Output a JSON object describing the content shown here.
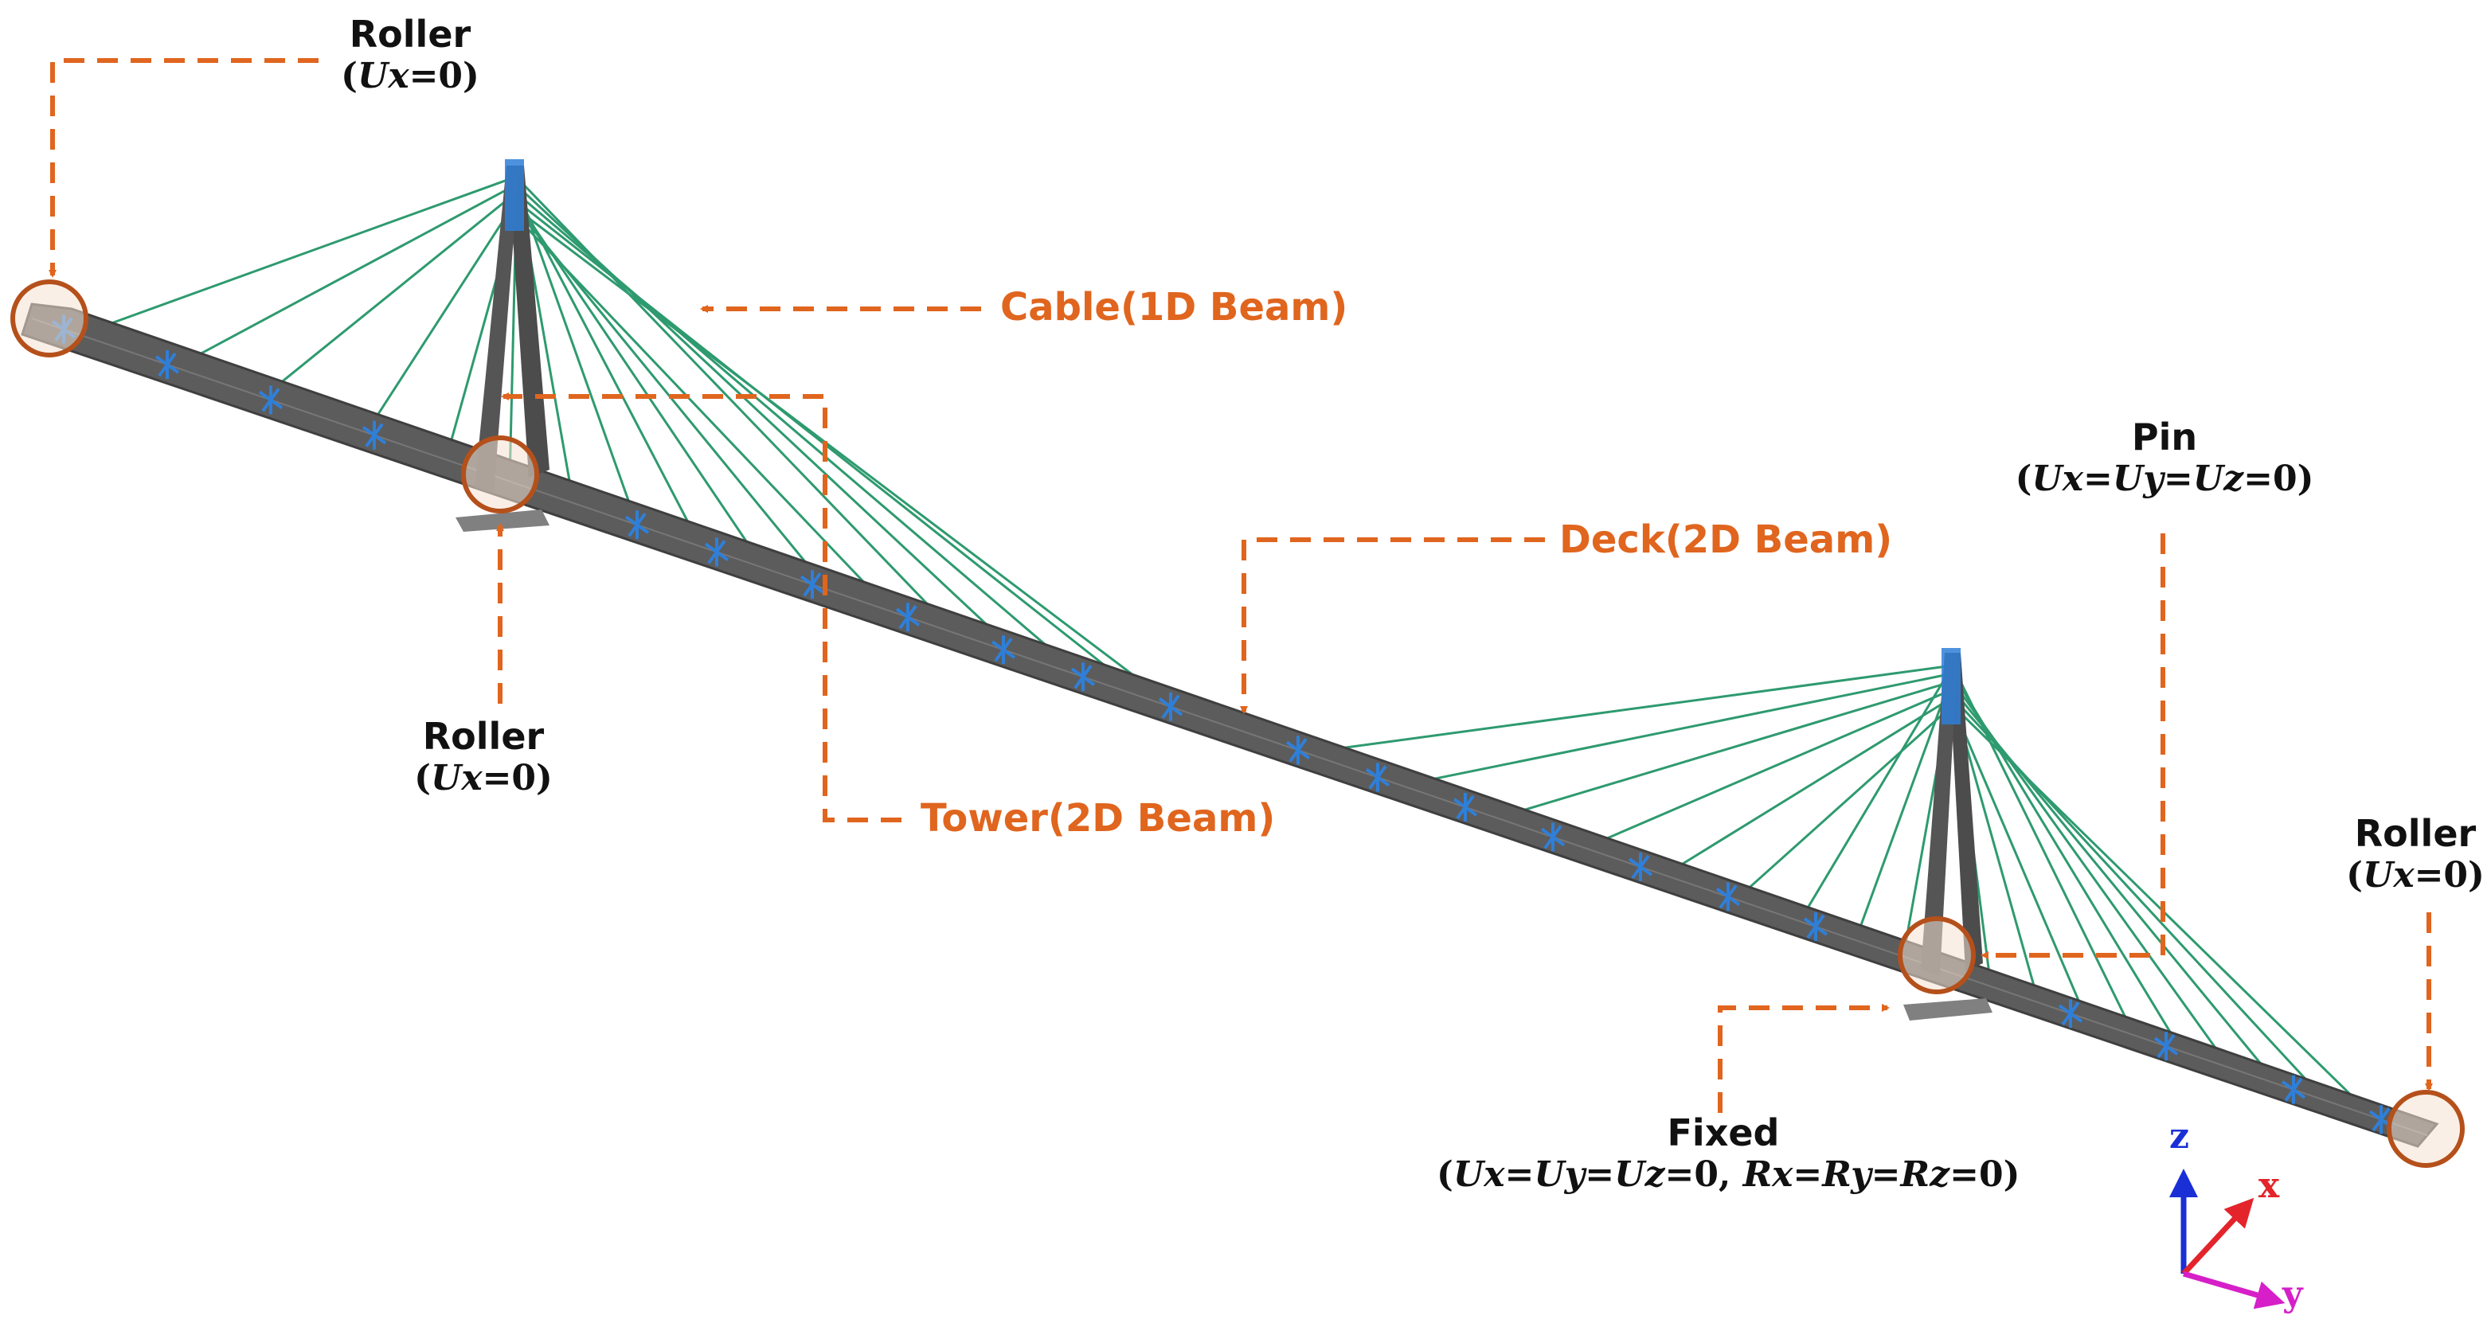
{
  "labels": {
    "roller_left": {
      "title": "Roller",
      "var": "Ux",
      "rest": "=0"
    },
    "roller_tower": {
      "title": "Roller",
      "var": "Ux",
      "rest": "=0"
    },
    "roller_right": {
      "title": "Roller",
      "var": "Ux",
      "rest": "=0"
    },
    "pin": {
      "title": "Pin",
      "v1": "Ux",
      "v2": "Uy",
      "v3": "Uz",
      "rest": "=0"
    },
    "fixed": {
      "title": "Fixed",
      "v1": "Ux",
      "v2": "Uy",
      "v3": "Uz",
      "mid": "=0, ",
      "v4": "Rx",
      "v5": "Ry",
      "v6": "Rz",
      "rest": "=0"
    },
    "cable": "Cable(1D Beam)",
    "deck": "Deck(2D Beam)",
    "tower": "Tower(2D Beam)"
  },
  "axes": {
    "z": "z",
    "x": "x",
    "y": "y"
  },
  "colors": {
    "annotation": "#E0651E",
    "deck": "#5a5a5a",
    "cable": "#2e9a6f",
    "tower": "#555555",
    "constraint": "#2f7fd8",
    "axis_z": "#1a2fd6",
    "axis_x": "#e3242b",
    "axis_y": "#d61fc8"
  }
}
